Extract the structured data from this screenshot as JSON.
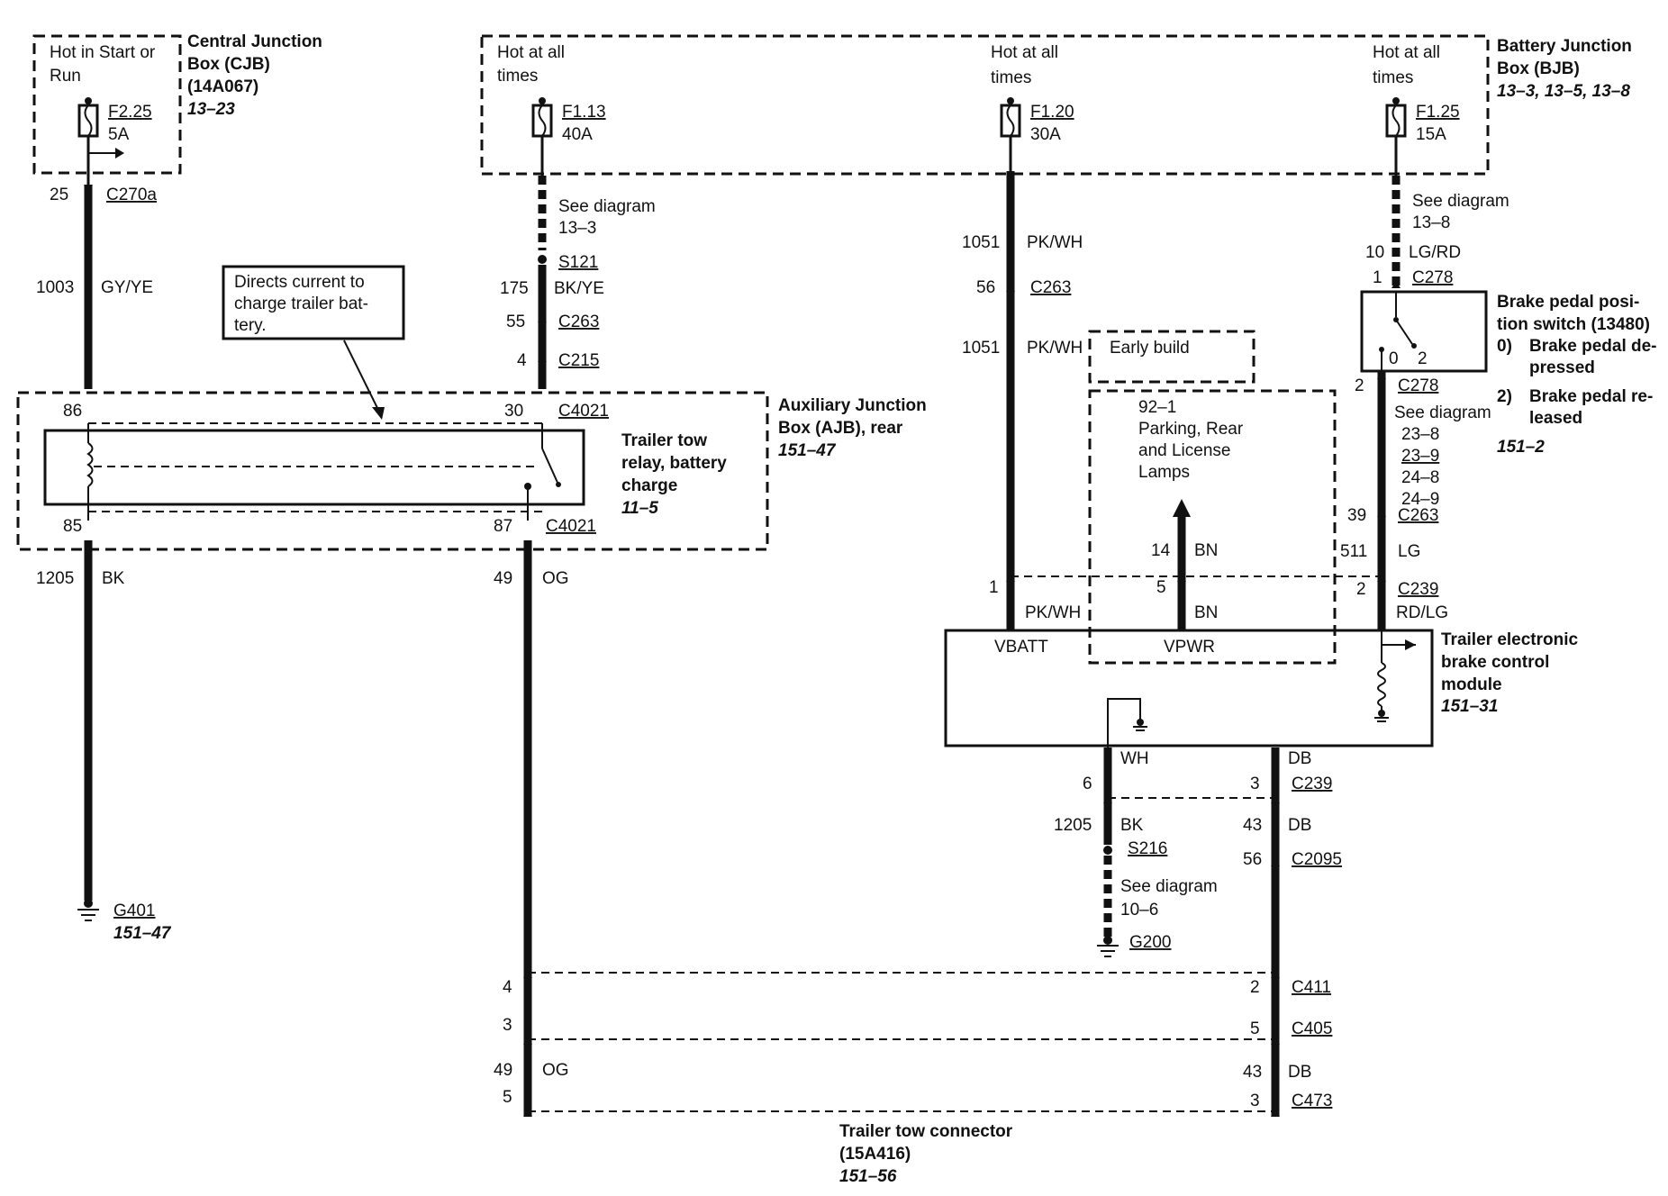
{
  "cjb": {
    "hot": [
      "Hot in Start or",
      "Run"
    ],
    "title": [
      "Central Junction",
      "Box (CJB)",
      "(14A067)"
    ],
    "ref": "13–23",
    "fuse": "F2.25",
    "amps": "5A"
  },
  "bjb": {
    "title": [
      "Battery Junction",
      "Box (BJB)"
    ],
    "ref": "13–3, 13–5, 13–8",
    "fuses": [
      {
        "hot": [
          "Hot at all",
          "times"
        ],
        "fuse": "F1.13",
        "amps": "40A"
      },
      {
        "hot": [
          "Hot at all",
          "times"
        ],
        "fuse": "F1.20",
        "amps": "30A"
      },
      {
        "hot": [
          "Hot at all",
          "times"
        ],
        "fuse": "F1.25",
        "amps": "15A"
      }
    ]
  },
  "ajb": {
    "title": [
      "Auxiliary Junction",
      "Box (AJB), rear"
    ],
    "ref": "151–47"
  },
  "relay": {
    "title": [
      "Trailer tow",
      "relay, battery",
      "charge"
    ],
    "ref": "11–5",
    "callout": [
      "Directs current to",
      "charge trailer bat-",
      "tery."
    ]
  },
  "brake_switch": {
    "title": [
      "Brake pedal posi-",
      "tion switch (13480)"
    ],
    "state0_num": "0)",
    "state0": [
      "Brake pedal de-",
      "pressed"
    ],
    "state2_num": "2)",
    "state2": [
      "Brake pedal re-",
      "leased"
    ],
    "ref": "151–2",
    "pos0": "0",
    "pos2": "2"
  },
  "module": {
    "title": [
      "Trailer electronic",
      "brake control",
      "module"
    ],
    "ref": "151–31",
    "vbatt": "VBATT",
    "vpwr": "VPWR"
  },
  "early_build": "Early build",
  "lamps": {
    "ref": "92–1",
    "lines": [
      "Parking, Rear",
      "and License",
      "Lamps"
    ]
  },
  "trailer_connector": {
    "title": [
      "Trailer tow connector",
      "(15A416)"
    ],
    "ref": "151–56"
  },
  "ground_g401": {
    "name": "G401",
    "ref": "151–47"
  },
  "ground_g200": {
    "name": "G200"
  },
  "see_diagram": {
    "a": [
      "See diagram",
      "13–3"
    ],
    "b": [
      "See diagram",
      "13–8"
    ],
    "c": [
      "See diagram",
      "23–8",
      "23–9",
      "24–8",
      "24–9"
    ],
    "d": [
      "See diagram",
      "10–6"
    ]
  },
  "wires": {
    "c270a_pin": "25",
    "c270a": "C270a",
    "gyye_circuit": "1003",
    "gyye": "GY/YE",
    "pin86": "86",
    "pin85": "85",
    "bk1_circuit": "1205",
    "bk1": "BK",
    "s121": "S121",
    "bkye_circuit": "175",
    "bkye": "BK/YE",
    "c263a_pin": "55",
    "c263a": "C263",
    "c215_pin": "4",
    "c215": "C215",
    "pin30": "30",
    "c4021a": "C4021",
    "pin87": "87",
    "c4021b": "C4021",
    "og_circuit": "49",
    "og": "OG",
    "pkwh1_circuit": "1051",
    "pkwh1": "PK/WH",
    "c263b_pin": "56",
    "c263b": "C263",
    "pkwh2_circuit": "1051",
    "pkwh2": "PK/WH",
    "vbatt_pin": "1",
    "pkwh3": "PK/WH",
    "bn1_circuit": "14",
    "bn1": "BN",
    "vpwr_pin": "5",
    "bn2": "BN",
    "lgrd_circuit": "10",
    "lgrd": "LG/RD",
    "c278a_pin": "1",
    "c278a": "C278",
    "c278b_pin": "2",
    "c278b": "C278",
    "c263c_pin": "39",
    "c263c": "C263",
    "lg_circuit": "511",
    "lg": "LG",
    "c239a_pin": "2",
    "c239a": "C239",
    "rdlg": "RD/LG",
    "wh": "WH",
    "db1": "DB",
    "c239b_pin1": "6",
    "c239b_pin2": "3",
    "c239b": "C239",
    "bk2_circuit": "1205",
    "bk2": "BK",
    "s216": "S216",
    "db2_circuit": "43",
    "db2": "DB",
    "c2095_pin": "56",
    "c2095": "C2095",
    "c411_pin1": "4",
    "c411_pin2": "2",
    "c411": "C411",
    "c405_pin1": "3",
    "c405_pin2": "5",
    "c405": "C405",
    "og2_circuit": "49",
    "og2": "OG",
    "db3_circuit": "43",
    "db3": "DB",
    "c473_pin1": "5",
    "c473_pin2": "3",
    "c473": "C473"
  }
}
